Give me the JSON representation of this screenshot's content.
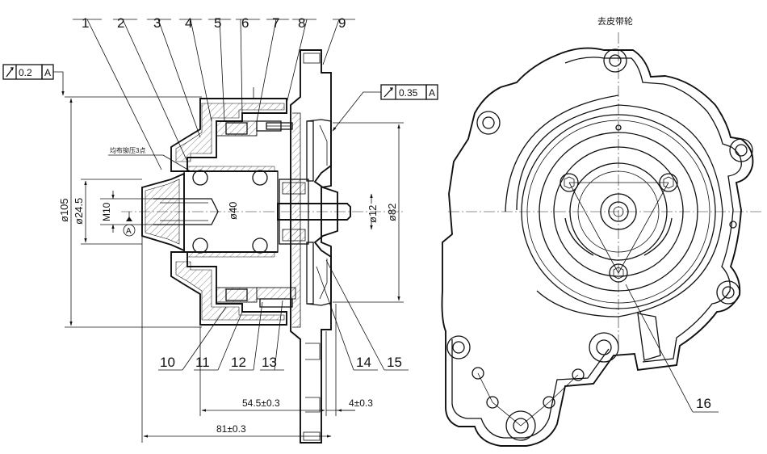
{
  "callouts": [
    "1",
    "2",
    "3",
    "4",
    "5",
    "6",
    "7",
    "8",
    "9",
    "10",
    "11",
    "12",
    "13",
    "14",
    "15",
    "16"
  ],
  "tolerance_frames": [
    {
      "value": "0.2",
      "datum": "A"
    },
    {
      "value": "0.35",
      "datum": "A"
    }
  ],
  "dimensions": {
    "d105": "ø105",
    "d24_5": "ø24.5",
    "m10": "M10",
    "d40": "ø40",
    "d12": "ø12",
    "d82": "ø82",
    "len_54_5": "54.5±0.3",
    "len_4": "4±0.3",
    "len_81": "81±0.3"
  },
  "datum_label": "A",
  "notes": {
    "rivet": "均布铆压3点",
    "pulley_removed": "去皮带轮"
  }
}
